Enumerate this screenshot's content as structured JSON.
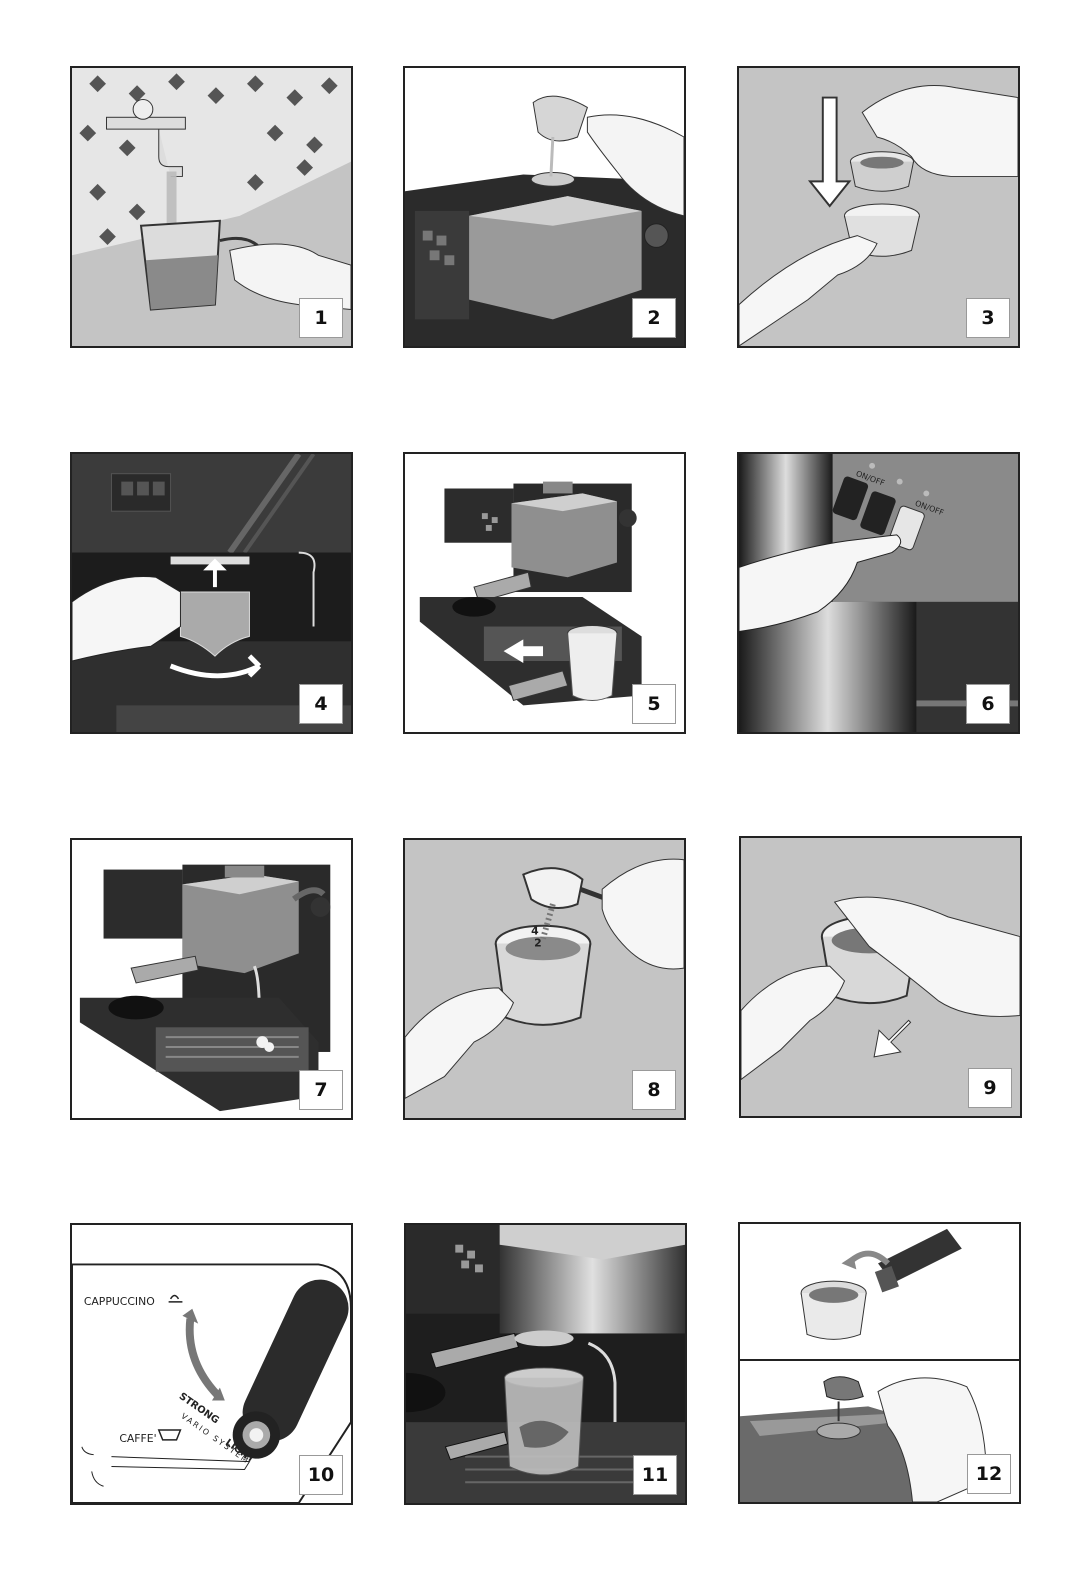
{
  "figures": [
    {
      "number": "1"
    },
    {
      "number": "2"
    },
    {
      "number": "3"
    },
    {
      "number": "4"
    },
    {
      "number": "5"
    },
    {
      "number": "6",
      "button_labels": [
        "ON/OFF",
        "ON/OFF"
      ]
    },
    {
      "number": "7"
    },
    {
      "number": "8",
      "scale_marks": [
        "4",
        "2"
      ]
    },
    {
      "number": "9"
    },
    {
      "number": "10",
      "labels": {
        "cappuccino": "CAPPUCCINO",
        "strong": "STRONG",
        "light": "LIGHT",
        "vario": "VARIO SYSTEM",
        "caffe": "CAFFE'"
      }
    },
    {
      "number": "11"
    },
    {
      "number": "12"
    }
  ]
}
